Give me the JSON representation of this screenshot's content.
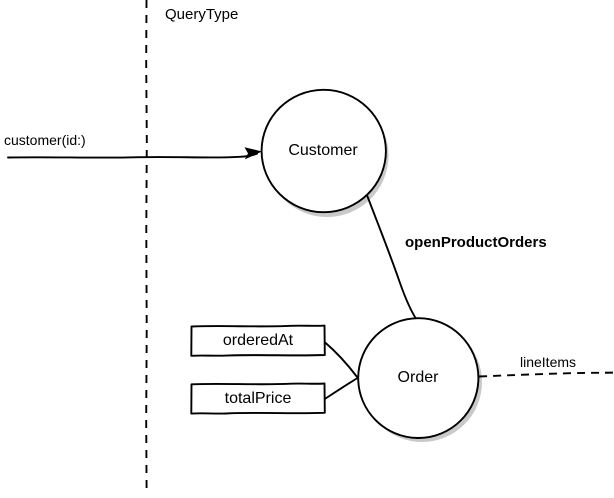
{
  "diagram": {
    "type": "graphql-schema-graph",
    "background_color": "#ffffff",
    "stroke_color": "#000000",
    "shadow_color": "#c9c9c9",
    "boundary": {
      "label": "QueryType",
      "style": "vertical-dashed-line"
    },
    "entry_edge": {
      "label": "customer(id:)",
      "style": "solid-arrow",
      "target": "Customer"
    },
    "nodes": [
      {
        "id": "customer",
        "label": "Customer",
        "shape": "circle"
      },
      {
        "id": "order",
        "label": "Order",
        "shape": "circle"
      }
    ],
    "fields": [
      {
        "id": "orderedAt",
        "label": "orderedAt",
        "shape": "rect",
        "attached_to": "Order"
      },
      {
        "id": "totalPrice",
        "label": "totalPrice",
        "shape": "rect",
        "attached_to": "Order"
      }
    ],
    "edges": [
      {
        "id": "openProductOrders",
        "label": "openProductOrders",
        "from": "Customer",
        "to": "Order",
        "style": "solid",
        "emphasis": "bold"
      },
      {
        "id": "lineItems",
        "label": "lineItems",
        "from": "Order",
        "to": "",
        "style": "dashed"
      }
    ]
  }
}
